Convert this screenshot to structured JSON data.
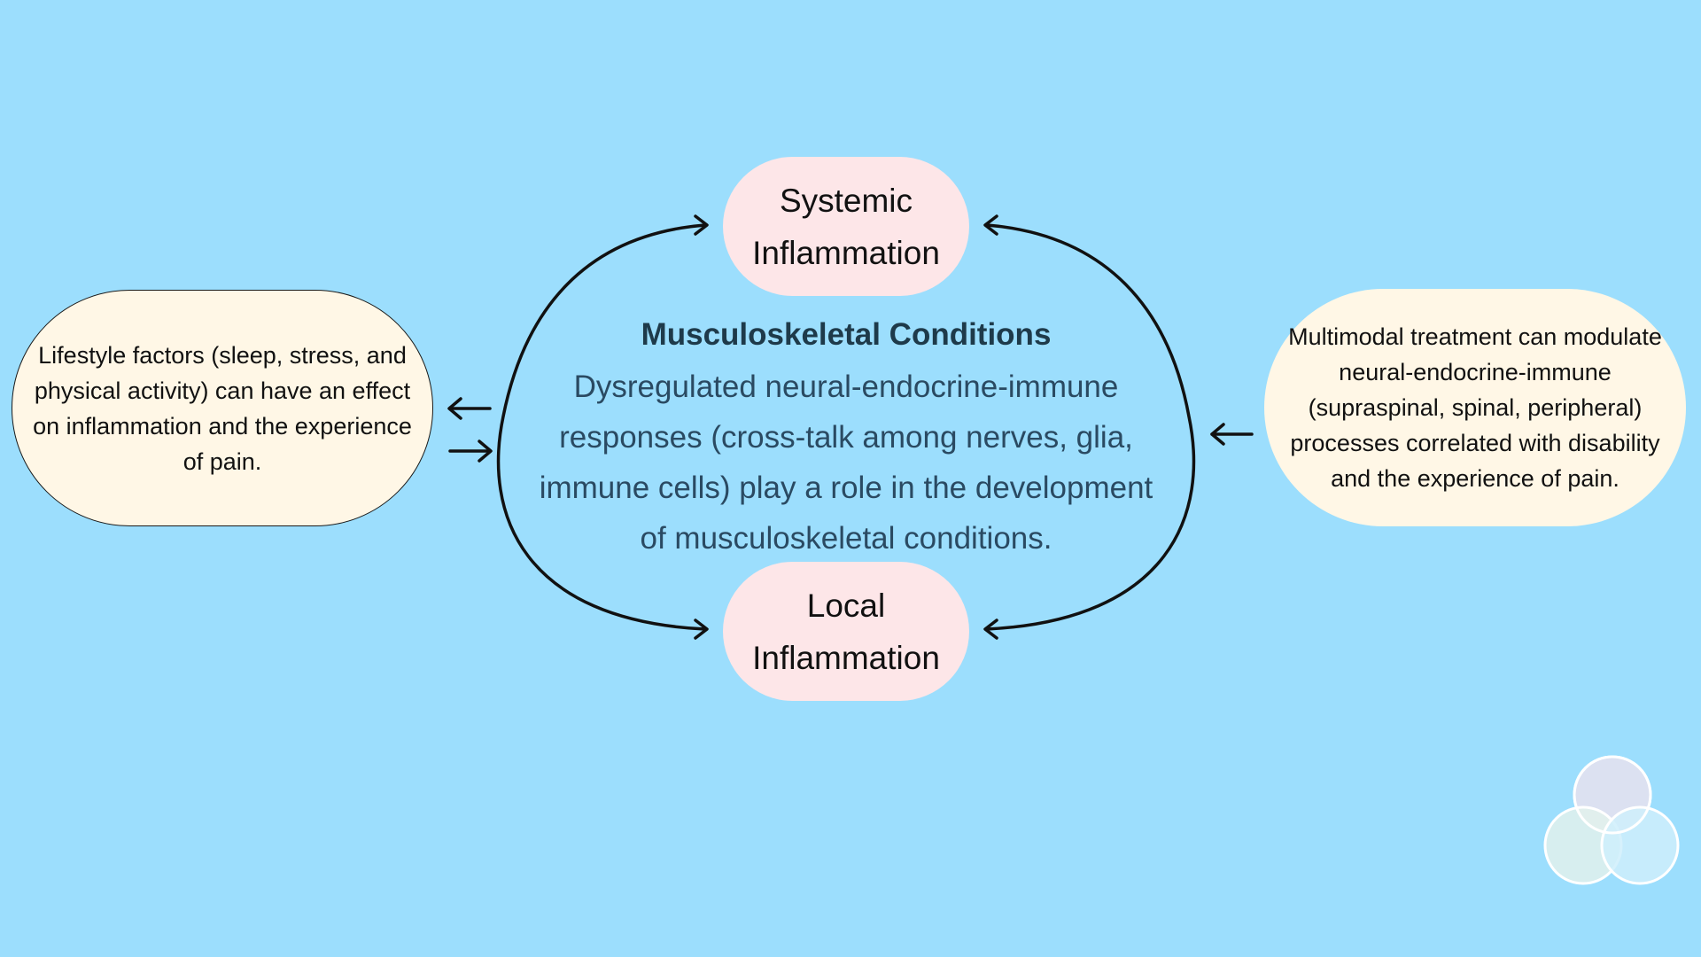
{
  "background_color": "#9cdefd",
  "center": {
    "title": "Musculoskeletal Conditions",
    "body": "Dysregulated neural-endocrine-immune responses (cross-talk among nerves, glia, immune cells) play a role in the development of musculoskeletal conditions."
  },
  "nodes": {
    "systemic_line1": "Systemic",
    "systemic_line2": "Inflammation",
    "local_line1": "Local",
    "local_line2": "Inflammation"
  },
  "left_box": {
    "text": "Lifestyle factors (sleep, stress, and physical activity) can have an effect on inflammation and the experience of pain."
  },
  "right_box": {
    "text": "Multimodal treatment can modulate neural-endocrine-immune (supraspinal, spinal, peripheral) processes correlated with disability and the experience of pain."
  },
  "colors": {
    "pink_node": "#fde6e8",
    "cream_box": "#fff7e6",
    "title_text": "#1e3a4a",
    "body_text": "#2a4a62",
    "line": "#111111"
  },
  "icons": {
    "logo": "three-circles-logo-icon"
  }
}
